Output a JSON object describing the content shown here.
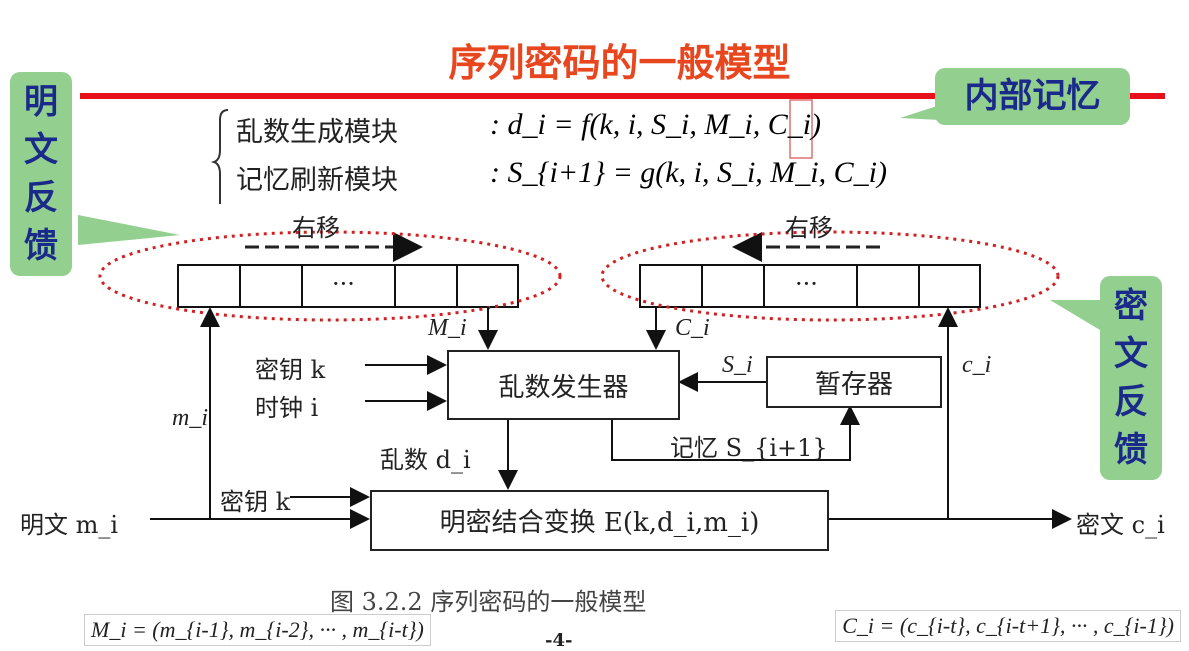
{
  "title": "序列密码的一般模型",
  "callouts": {
    "plain_feedback": "明文反馈",
    "internal_memory": "内部记忆",
    "cipher_feedback": "密文反馈"
  },
  "formulas": {
    "gen_label": "乱数生成模块",
    "gen_eq": ": d_i = f(k, i, S_i, M_i, C_i)",
    "upd_label": "记忆刷新模块",
    "upd_eq": ": S_{i+1} = g(k, i, S_i, M_i, C_i)"
  },
  "shift": {
    "left": "右移",
    "right": "右移",
    "dots": "···"
  },
  "labels": {
    "Mi": "M_i",
    "Ci": "C_i",
    "key_k1": "密钥 k",
    "clock_i": "时钟 i",
    "Si": "S_i",
    "mi": "m_i",
    "ci": "c_i",
    "random_di": "乱数 d_i",
    "memory": "记忆 S_{i+1}",
    "key_k2": "密钥 k",
    "plaintext": "明文 m_i",
    "ciphertext": "密文 c_i"
  },
  "boxes": {
    "generator": "乱数发生器",
    "register": "暂存器",
    "combiner": "明密结合变换 E(k,d_i,m_i)"
  },
  "caption": "图 3.2.2  序列密码的一般模型",
  "defs": {
    "M": "M_i = (m_{i-1}, m_{i-2}, ··· , m_{i-t})",
    "C": "C_i = (c_{i-t}, c_{i-t+1}, ··· , c_{i-1})"
  },
  "page": "-4-"
}
